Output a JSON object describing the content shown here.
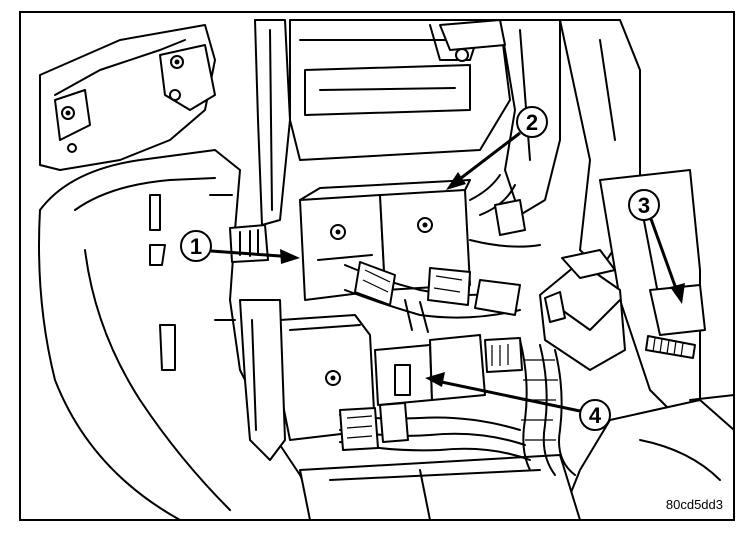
{
  "callouts": [
    {
      "id": "1",
      "label": "1"
    },
    {
      "id": "2",
      "label": "2"
    },
    {
      "id": "3",
      "label": "3"
    },
    {
      "id": "4",
      "label": "4"
    }
  ],
  "figure_code": "80cd5dd3"
}
